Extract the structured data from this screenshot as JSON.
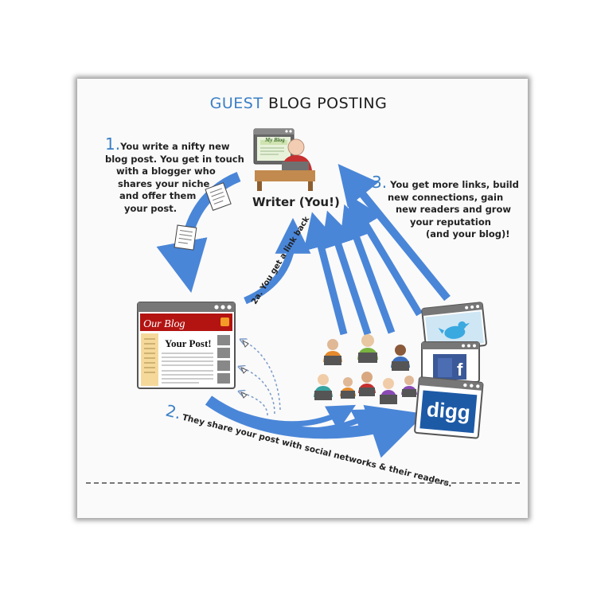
{
  "title": {
    "highlight": "GUEST",
    "rest": "BLOG POSTING"
  },
  "writer": {
    "label": "Writer (You!)",
    "screen_title": "My Blog"
  },
  "step1": {
    "number": "1.",
    "lines": [
      "You write a nifty new",
      "blog post. You get in touch",
      "with a blogger who",
      "shares your niche",
      "and offer them",
      "your post."
    ]
  },
  "step2": {
    "number": "2.",
    "text": "They share your post with social networks & their readers."
  },
  "step2a": {
    "text": "2a. You get a link back"
  },
  "step3": {
    "number": "3.",
    "lines": [
      "You get more links, build",
      "new connections, gain",
      "new readers and grow",
      "your reputation",
      "(and your blog)!"
    ]
  },
  "blog": {
    "name": "Our Blog",
    "post_title": "Your Post!"
  },
  "social": {
    "twitter_icon": "twitter-bird-icon",
    "facebook_letter": "f",
    "digg_label": "digg"
  },
  "colors": {
    "accent": "#3a7fc6",
    "arrow": "#4a86d8",
    "blog_header": "#b31412"
  }
}
